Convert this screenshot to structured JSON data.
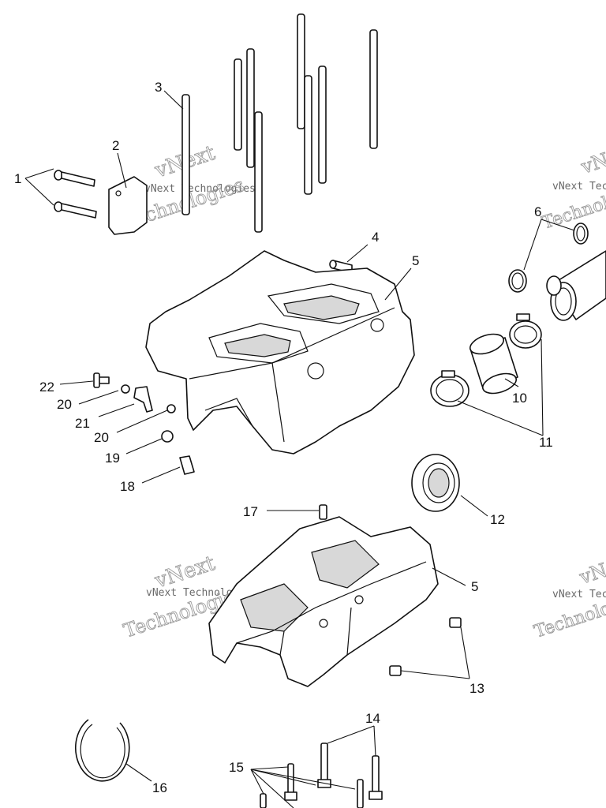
{
  "callouts": {
    "c1": "1",
    "c2": "2",
    "c3": "3",
    "c4": "4",
    "c5a": "5",
    "c5b": "5",
    "c6": "6",
    "c10": "10",
    "c11": "11",
    "c12": "12",
    "c13": "13",
    "c14": "14",
    "c15": "15",
    "c16": "16",
    "c17": "17",
    "c18": "18",
    "c19": "19",
    "c20a": "20",
    "c20b": "20",
    "c21": "21",
    "c22": "22"
  },
  "watermark": {
    "brand": "vNext",
    "company": "Technologies",
    "full": "vNext Technologies"
  },
  "colors": {
    "line": "#111111",
    "watermark": "#9a9a9a",
    "background": "#ffffff"
  }
}
